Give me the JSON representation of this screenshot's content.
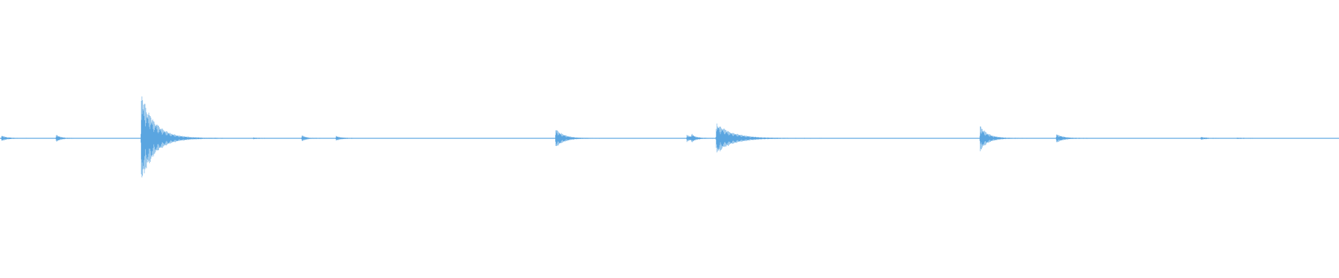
{
  "waveform": {
    "color": "#5aa5e0",
    "amplitude_range": [
      -1,
      1
    ],
    "duration_fraction_events": [
      {
        "t": 0.0013,
        "peak": 0.06,
        "decay": 0.004
      },
      {
        "t": 0.042,
        "peak": 0.09,
        "decay": 0.003
      },
      {
        "t": 0.1055,
        "peak": 1.0,
        "decay": 0.01
      },
      {
        "t": 0.189,
        "peak": 0.015,
        "decay": 0.004
      },
      {
        "t": 0.2255,
        "peak": 0.07,
        "decay": 0.003
      },
      {
        "t": 0.251,
        "peak": 0.05,
        "decay": 0.004
      },
      {
        "t": 0.415,
        "peak": 0.22,
        "decay": 0.006
      },
      {
        "t": 0.513,
        "peak": 0.08,
        "decay": 0.004
      },
      {
        "t": 0.5165,
        "peak": 0.07,
        "decay": 0.003
      },
      {
        "t": 0.535,
        "peak": 0.34,
        "decay": 0.012
      },
      {
        "t": 0.732,
        "peak": 0.28,
        "decay": 0.006
      },
      {
        "t": 0.789,
        "peak": 0.1,
        "decay": 0.005
      },
      {
        "t": 0.897,
        "peak": 0.03,
        "decay": 0.004
      },
      {
        "t": 0.924,
        "peak": 0.015,
        "decay": 0.004
      }
    ],
    "noise_floor": 0.008
  }
}
